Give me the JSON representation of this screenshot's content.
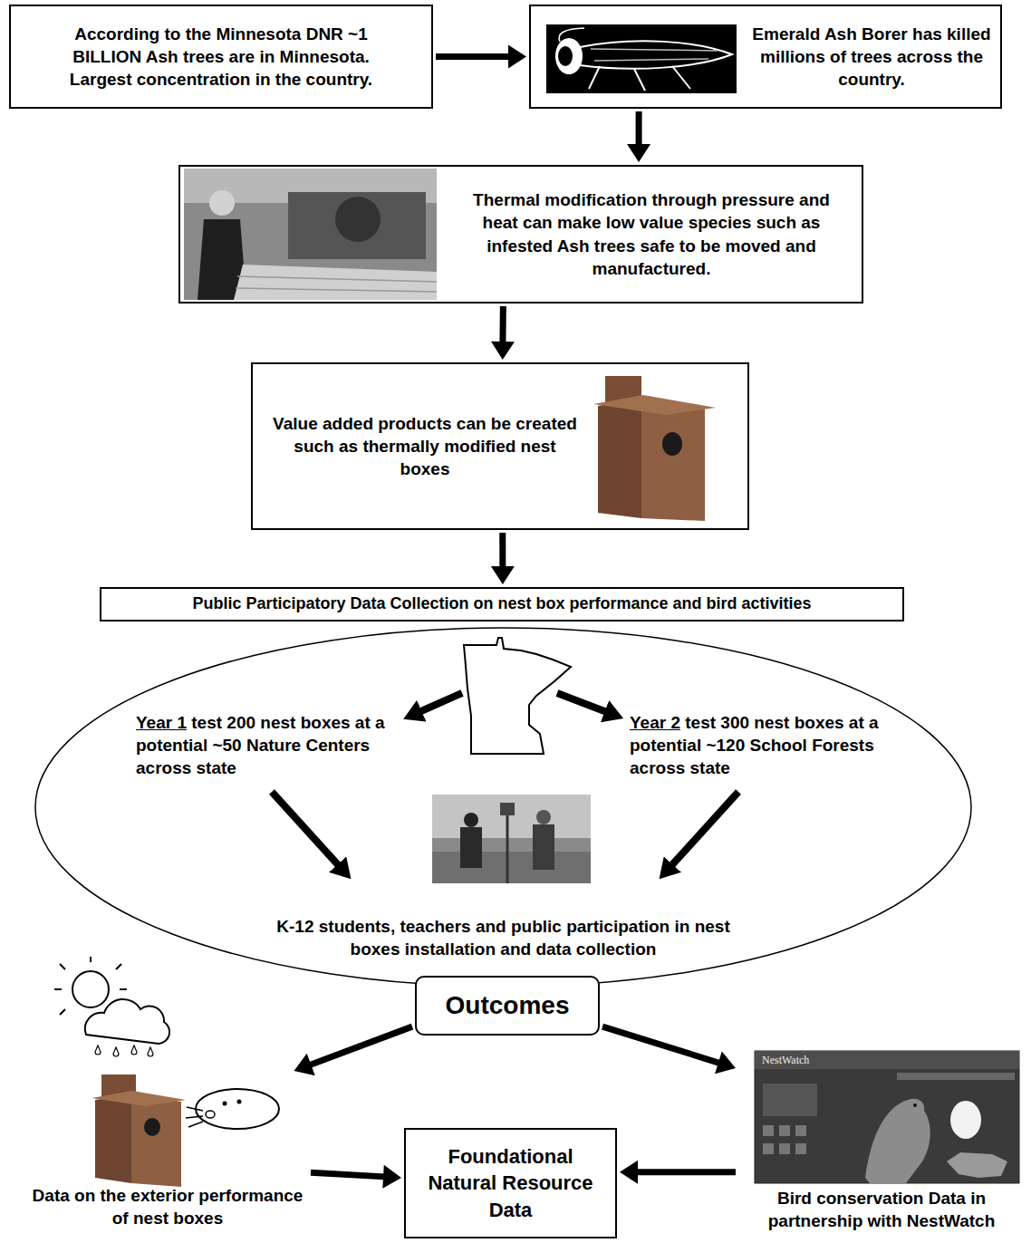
{
  "diagram": {
    "nodes": [
      {
        "text": [
          "According to the Minnesota DNR ~1 BILLION Ash trees are in Minnesota. Largest concentration in the country."
        ]
      },
      {
        "text": [
          "Emerald Ash Borer has killed millions of trees across the country."
        ]
      },
      {
        "text": [
          "Thermal modification through pressure and heat can make low value species such as infested Ash trees safe to be moved and manufactured."
        ]
      },
      {
        "text": [
          "Value added products can be created such as thermally modified nest boxes"
        ]
      },
      {
        "text": [
          "Public Participatory Data Collection on nest box performance and bird activities"
        ]
      },
      {
        "text": [
          "Year 1 test 200 nest boxes at a potential ~50 Nature Centers across state",
          "Year 2 test 300 nest boxes at a potential ~120 School Forests across state",
          "K-12 students, teachers and public participation in nest boxes installation and data collection"
        ]
      },
      {
        "text": [
          "Outcomes"
        ]
      },
      {
        "text": [
          "Data on the exterior performance of nest boxes"
        ]
      },
      {
        "text": [
          "Foundational Natural Resource Data"
        ]
      },
      {
        "text": [
          "Bird conservation Data in partnership with NestWatch"
        ]
      }
    ],
    "edges": [
      {
        "from": 0,
        "to": 1,
        "arrow": "to"
      },
      {
        "from": 1,
        "to": 2,
        "arrow": "to"
      },
      {
        "from": 2,
        "to": 3,
        "arrow": "to"
      },
      {
        "from": 3,
        "to": 4,
        "arrow": "to"
      },
      {
        "from": 6,
        "to": 7,
        "arrow": "to"
      },
      {
        "from": 6,
        "to": 9,
        "arrow": "to"
      },
      {
        "from": 7,
        "to": 8,
        "arrow": "to"
      },
      {
        "from": 9,
        "to": 8,
        "arrow": "to"
      }
    ],
    "labels": [
      "NestWatch"
    ]
  }
}
